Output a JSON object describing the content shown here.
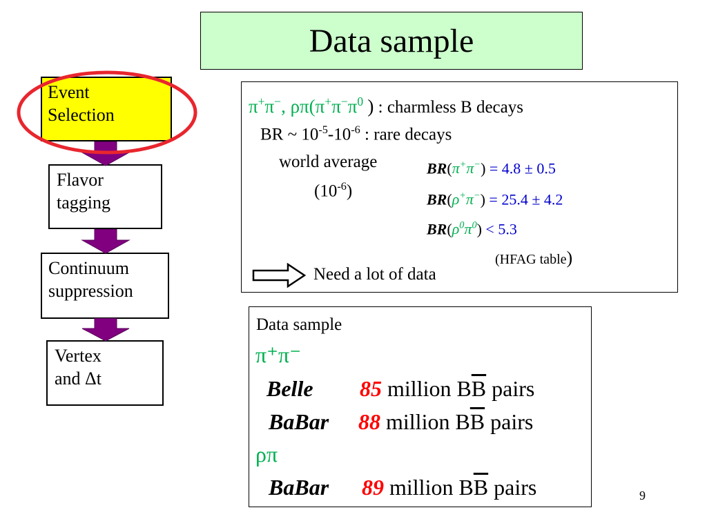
{
  "slide": {
    "title": "Data sample",
    "page_number": "9"
  },
  "flow": {
    "event_selection": [
      "Event",
      "Selection"
    ],
    "flavor_tagging": [
      "Flavor",
      "tagging"
    ],
    "continuum_suppression": [
      "Continuum",
      "suppression"
    ],
    "vertex": [
      "Vertex",
      "and Δt"
    ]
  },
  "info": {
    "decays_label": ": charmless B decays",
    "br_line": {
      "prefix": "BR ~ 10",
      "exp1": "-5",
      "mid": "-10",
      "exp2": "-6",
      "suffix": " : rare decays"
    },
    "world_average": "world average",
    "units": {
      "prefix": "(10",
      "exp": "-6",
      "suffix": ")"
    },
    "br_pipi": "= 4.8 ± 0.5",
    "br_rhopi": "= 25.4 ± 4.2",
    "br_rho0pi0": "< 5.3",
    "br_symbol": "BR",
    "hfag": "(HFAG table",
    "need_data": "Need a lot of data"
  },
  "data_sample": {
    "heading": "Data sample",
    "pipi_label": "π⁺π⁻",
    "rhopi_label": "ρπ",
    "rows": [
      {
        "experiment": "Belle",
        "count": "85",
        "text": " million B",
        "bbar": "B",
        "pairs": " pairs"
      },
      {
        "experiment": "BaBar",
        "count": "88",
        "text": " million B",
        "bbar": "B",
        "pairs": " pairs"
      },
      {
        "experiment": "BaBar",
        "count": "89",
        "text": " million B",
        "bbar": "B",
        "pairs": " pairs"
      }
    ]
  },
  "colors": {
    "title_bg": "#ccffcc",
    "event_bg": "#ffff00",
    "highlight": "#e8262e",
    "arrow": "#800080",
    "particle_green": "#00b050",
    "value_blue": "#0000cc",
    "count_red": "#ff0000"
  }
}
